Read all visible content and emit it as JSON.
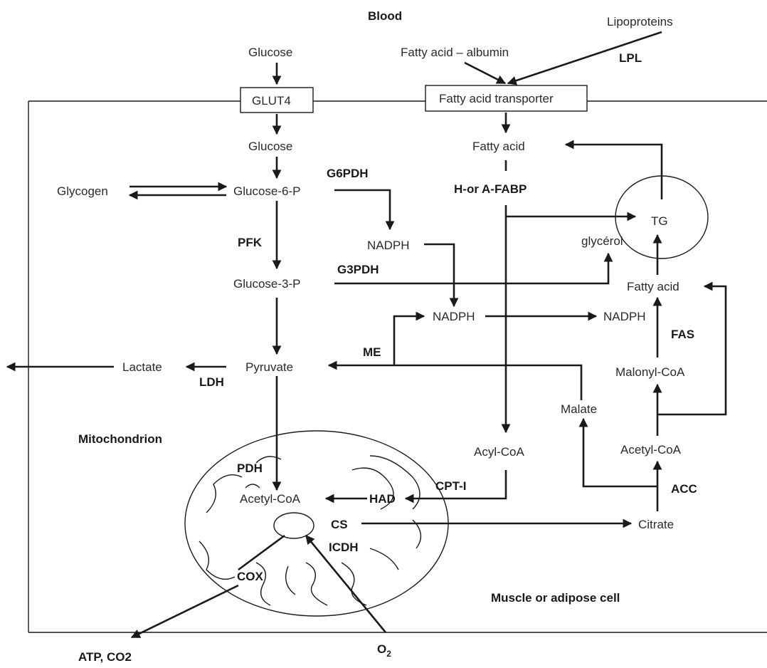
{
  "compartments": {
    "blood": "Blood",
    "mitochondrion": "Mitochondrion",
    "cell": "Muscle or adipose cell"
  },
  "metabolites": {
    "glucose_blood": "Glucose",
    "fatty_acid_albumin": "Fatty acid – albumin",
    "lipoproteins": "Lipoproteins",
    "glut4": "GLUT4",
    "fatty_acid_transporter": "Fatty acid transporter",
    "glucose_cell": "Glucose",
    "fatty_acid_cell": "Fatty acid",
    "glycogen": "Glycogen",
    "glucose_6p": "Glucose-6-P",
    "nadph_1": "NADPH",
    "tg": "TG",
    "glycerol": "glycérol",
    "glucose_3p": "Glucose-3-P",
    "fatty_acid_synth": "Fatty acid",
    "nadph_2": "NADPH",
    "nadph_3": "NADPH",
    "lactate": "Lactate",
    "pyruvate": "Pyruvate",
    "malonyl_coa": "Malonyl-CoA",
    "malate": "Malate",
    "acyl_coa": "Acyl-CoA",
    "acetyl_coa_cyto": "Acetyl-CoA",
    "acetyl_coa_mito": "Acetyl-CoA",
    "citrate": "Citrate",
    "atp_co2": "ATP, CO2",
    "o2": "O",
    "o2_sub": "2"
  },
  "enzymes": {
    "lpl": "LPL",
    "g6pdh": "G6PDH",
    "fabp": "H-or A-FABP",
    "pfk": "PFK",
    "g3pdh": "G3PDH",
    "fas": "FAS",
    "me": "ME",
    "ldh": "LDH",
    "pdh": "PDH",
    "cpt1": "CPT-I",
    "had": "HAD",
    "acc": "ACC",
    "cs": "CS",
    "icdh": "ICDH",
    "cox": "COX"
  }
}
